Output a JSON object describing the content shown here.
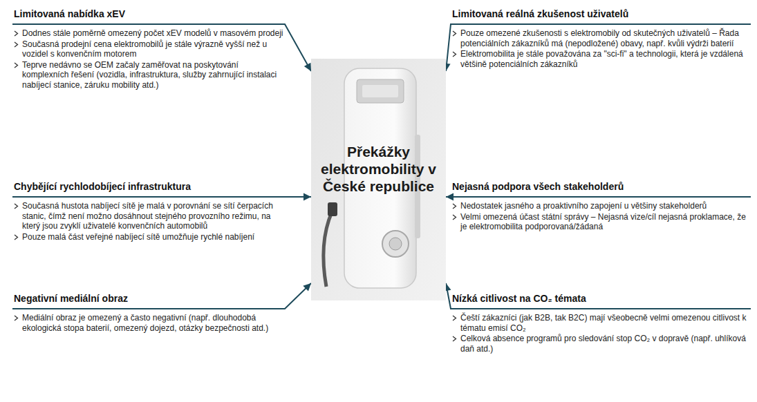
{
  "diagram": {
    "nodes": [
      {
        "text": [
          "Limitovaná nabídka xEV",
          "Dodnes stále poměrně omezený počet xEV modelů v masovém prodeji",
          "Současná prodejní cena elektromobilů je stále výrazně vyšší než u vozidel s konvenčním motorem",
          "Teprve nedávno se OEM začaly zaměřovat na poskytování komplexních řešení (vozidla, infrastruktura, služby zahrnující instalaci nabíjecí stanice, záruku mobility atd.)"
        ]
      },
      {
        "text": [
          "Limitovaná reálná zkušenost uživatelů",
          "Pouze omezené zkušenosti s elektromobily od skutečných uživatelů – Řada potenciálních zákazníků má (nepodložené) obavy, např. kvůli výdrži baterií",
          "Elektromobilita je stále považována za \"sci-fi\" a technologii, která je vzdálená většině potenciálních zákazníků"
        ]
      },
      {
        "text": [
          "Překážky elektromobility v České republice"
        ]
      },
      {
        "text": [
          "Chybějící rychlodobíjecí infrastruktura",
          "Současná hustota nabíjecí sítě je malá v porovnání se sítí čerpacích stanic, čímž není možno dosáhnout stejného provozního režimu, na který jsou zvyklí uživatelé konvenčních automobilů",
          "Pouze malá část veřejné nabíjecí sítě umožňuje rychlé nabíjení"
        ]
      },
      {
        "text": [
          "Nejasná podpora všech stakeholderů",
          "Nedostatek jasného a proaktivního zapojení u většiny stakeholderů",
          "Velmi omezená účast státní správy – Nejasná vize/cíl nejasná proklamace, že je elektromobilita podporovaná/žádaná"
        ]
      },
      {
        "text": [
          "Negativní mediální obraz",
          "Mediální obraz je omezený a často negativní (např. dlouhodobá ekologická stopa baterií, omezený dojezd, otázky bezpečnosti atd.)"
        ]
      },
      {
        "text": [
          "Nízká citlivost na CO₂ témata",
          "Čeští zákazníci (jak B2B, tak B2C) mají všeobecně velmi omezenou citlivost k tématu emisí CO₂",
          "Celková absence programů pro sledování stop CO₂ v dopravě (např. uhlíková daň atd.)"
        ]
      }
    ],
    "edges": [
      {
        "from": 0,
        "to": 2,
        "arrow": "to"
      },
      {
        "from": 1,
        "to": 2,
        "arrow": "to"
      },
      {
        "from": 3,
        "to": 2,
        "arrow": "to"
      },
      {
        "from": 4,
        "to": 2,
        "arrow": "to"
      },
      {
        "from": 5,
        "to": 2,
        "arrow": "to"
      },
      {
        "from": 6,
        "to": 2,
        "arrow": "to"
      }
    ]
  }
}
